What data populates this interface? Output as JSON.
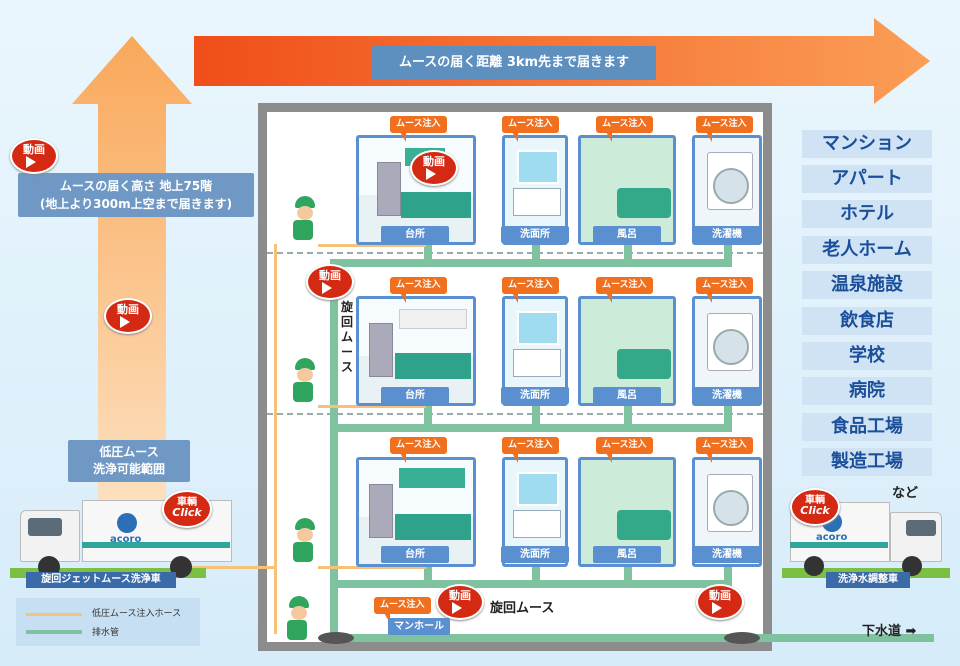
{
  "distance_banner": "ムースの届く距離 3km先まで届きます",
  "height_box": {
    "line1": "ムースの届く高さ 地上75階",
    "line2": "(地上より300m上空まで届きます)"
  },
  "low_pressure_box": {
    "line1": "低圧ムース",
    "line2": "洗浄可能範囲"
  },
  "video_label": "動画",
  "click_label": {
    "top": "車輌",
    "bottom": "Click"
  },
  "mousse_inject": "ムース注入",
  "rooms": [
    "台所",
    "洗面所",
    "風呂",
    "洗濯機"
  ],
  "swirl_vertical": "旋回ムース",
  "swirl_horizontal": "旋回ムース",
  "manhole": "マンホール",
  "sewer": "下水道",
  "sewer_arrow": "➡",
  "truck_left": {
    "label": "旋回ジェットムース洗浄車",
    "brand": "acoro"
  },
  "truck_right": {
    "label": "洗浄水調整車",
    "brand": "acoro"
  },
  "facilities": [
    "マンション",
    "アパート",
    "ホテル",
    "老人ホーム",
    "温泉施設",
    "飲食店",
    "学校",
    "病院",
    "食品工場",
    "製造工場"
  ],
  "facilities_more": "など",
  "legend": {
    "hose": "低圧ムース注入ホース",
    "pipe": "排水管"
  },
  "colors": {
    "pipe": "#7fc2a0",
    "hose": "#f6c27a",
    "arrow_h": "#f05a1e",
    "arrow_v": "#f9b877",
    "room_border": "#5a8fd0"
  }
}
